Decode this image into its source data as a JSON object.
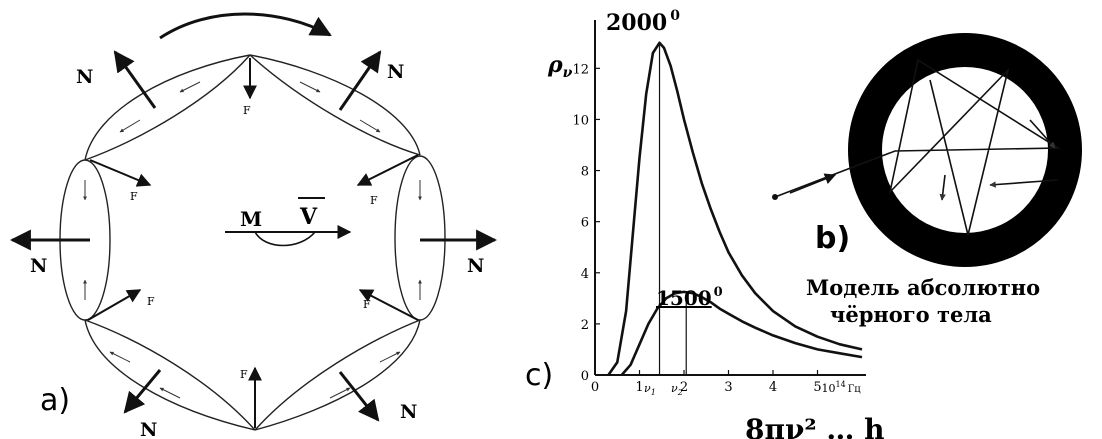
{
  "panel_a": {
    "label": "a)",
    "force_N": "N",
    "force_F": "F",
    "mass_label": "M",
    "velocity_label": "V"
  },
  "panel_b": {
    "label": "b)",
    "caption_line1": "Модель абсолютно",
    "caption_line2": "чёрного тела"
  },
  "panel_c": {
    "label": "c)",
    "peak_high": "2000",
    "peak_low": "1500",
    "degree": "0",
    "ylabel": "ρ",
    "ylabel_sub": "ν",
    "x_sub1": "ν",
    "x_sub1_idx": "1",
    "x_sub2": "ν",
    "x_sub2_idx": "2",
    "x_multiplier": "·10",
    "x_exp": "14",
    "x_unit": "Гц"
  },
  "chart_data": {
    "type": "line",
    "x_ticks": [
      "0",
      "1",
      "2",
      "3",
      "4",
      "5"
    ],
    "y_ticks": [
      "0",
      "2",
      "4",
      "6",
      "8",
      "10",
      "12"
    ],
    "xlim": [
      0,
      6
    ],
    "ylim": [
      0,
      13.5
    ],
    "series": [
      {
        "name": "2000",
        "x": [
          0.3,
          0.5,
          0.7,
          0.85,
          1.0,
          1.15,
          1.3,
          1.45,
          1.55,
          1.7,
          1.85,
          2.0,
          2.2,
          2.4,
          2.6,
          2.8,
          3.0,
          3.3,
          3.6,
          4.0,
          4.5,
          5.0,
          5.5,
          6.0
        ],
        "y": [
          0.0,
          0.5,
          2.5,
          5.5,
          8.5,
          11.0,
          12.6,
          13.0,
          12.8,
          12.1,
          11.1,
          10.0,
          8.7,
          7.5,
          6.5,
          5.6,
          4.8,
          3.9,
          3.2,
          2.5,
          1.9,
          1.5,
          1.2,
          1.0
        ]
      },
      {
        "name": "1500",
        "x": [
          0.6,
          0.8,
          1.0,
          1.2,
          1.4,
          1.6,
          1.8,
          2.0,
          2.2,
          2.4,
          2.6,
          2.8,
          3.0,
          3.3,
          3.6,
          4.0,
          4.5,
          5.0,
          5.5,
          6.0
        ],
        "y": [
          0.0,
          0.4,
          1.2,
          2.0,
          2.6,
          3.0,
          3.2,
          3.25,
          3.2,
          3.05,
          2.85,
          2.6,
          2.4,
          2.1,
          1.85,
          1.55,
          1.25,
          1.0,
          0.85,
          0.7
        ]
      }
    ],
    "markers": [
      {
        "label": "ν1",
        "x": 1.45
      },
      {
        "label": "ν2",
        "x": 2.05
      }
    ]
  },
  "formula_fragment": "8πν² … h"
}
